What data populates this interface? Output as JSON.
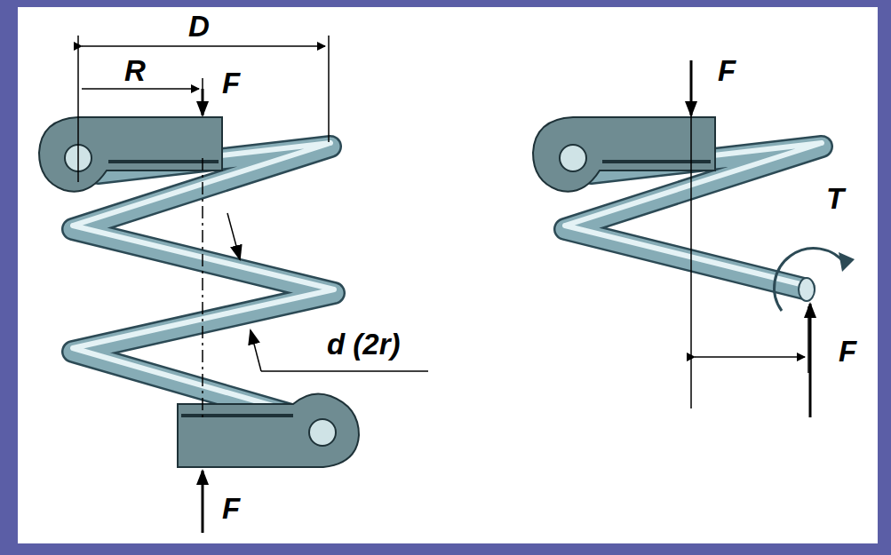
{
  "diagram": {
    "labels": [
      "D",
      "R",
      "F",
      "F",
      "d (2r)",
      "F",
      "T",
      "F"
    ]
  }
}
